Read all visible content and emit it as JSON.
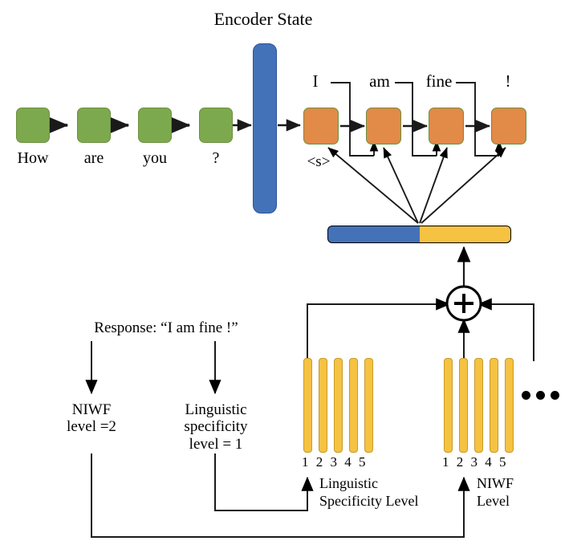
{
  "diagram": {
    "title": "Encoder State",
    "encoder": {
      "words": [
        "How",
        "are",
        "you",
        "?"
      ],
      "cell_color": "#7DA94E",
      "cell_border": "#6C8F3F"
    },
    "encoder_state": {
      "color": "#4472B8",
      "border": "#2F5597"
    },
    "decoder": {
      "words": [
        "I",
        "am",
        "fine",
        "!"
      ],
      "start_token": "<s>",
      "cell_color": "#E28A48",
      "cell_border": "#6C8F3F"
    },
    "context_vector": {
      "left_color": "#4472B8",
      "right_color": "#F5C242"
    },
    "adder": {
      "symbol": "+"
    },
    "embeddings": {
      "bar_color": "#F5C242",
      "bar_border": "#C89B28",
      "groups": [
        {
          "ticks": "1 2 3 4 5",
          "caption_line1": "Linguistic",
          "caption_line2": "Specificity Level",
          "selected_level": 1
        },
        {
          "ticks": "1 2 3 4 5",
          "caption_line1": "NIWF",
          "caption_line2": "Level",
          "selected_level": 2
        }
      ],
      "ellipsis": "more-embeddings"
    },
    "inputs": {
      "response": "Response: “I am fine !”",
      "niwf_line1": "NIWF",
      "niwf_line2": "level =2",
      "ling_line1": "Linguistic",
      "ling_line2": "specificity",
      "ling_line3": "level = 1"
    }
  }
}
